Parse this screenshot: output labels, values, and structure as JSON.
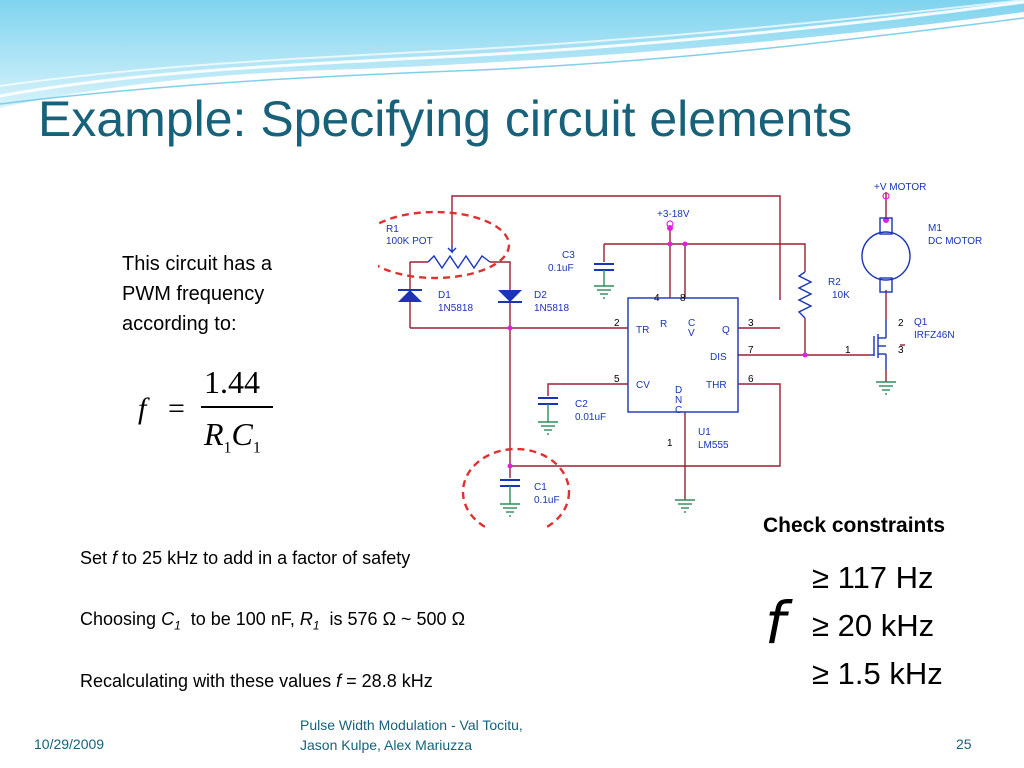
{
  "slide": {
    "title": "Example: Specifying circuit elements",
    "intro_lines": [
      "This circuit has a",
      "PWM frequency",
      "according to:"
    ],
    "formula": {
      "lhs": "f",
      "eq": "=",
      "numerator": "1.44",
      "den_r": "R",
      "den_r_sub": "1",
      "den_c": "C",
      "den_c_sub": "1"
    },
    "body": {
      "line1": {
        "pre": "Set ",
        "var": "f",
        "post": " to 25 kHz to add in a factor of safety"
      },
      "line2": {
        "pre": "Choosing ",
        "var1": "C",
        "var1_sub": "1",
        "mid": "  to be 100 nF, ",
        "var2": "R",
        "var2_sub": "1",
        "post": "  is 576 Ω ~ 500 Ω"
      },
      "line3": {
        "pre": "Recalculating with these values ",
        "var": "f",
        "post": " = 28.8 kHz"
      }
    },
    "constraints": {
      "heading": "Check constraints",
      "symbol": "f",
      "values": [
        "≥ 117 Hz",
        "≥ 20 kHz",
        "≥ 1.5 kHz"
      ]
    },
    "footer": {
      "date": "10/29/2009",
      "center_lines": [
        "Pulse Width Modulation - Val Tocitu,",
        "Jason Kulpe, Alex Mariuzza"
      ],
      "page": "25"
    },
    "colors": {
      "title": "#17617a",
      "wire": "#9a2030",
      "component": "#1a34b8",
      "highlight": "#e03030",
      "ground": "#2e8b57"
    }
  },
  "circuit": {
    "supply_motor": "+V MOTOR",
    "supply_chip": "+3-18V",
    "r1": {
      "ref": "R1",
      "value": "100K POT"
    },
    "r2": {
      "ref": "R2",
      "value": "10K"
    },
    "d1": {
      "ref": "D1",
      "value": "1N5818"
    },
    "d2": {
      "ref": "D2",
      "value": "1N5818"
    },
    "c1": {
      "ref": "C1",
      "value": "0.1uF"
    },
    "c2": {
      "ref": "C2",
      "value": "0.01uF"
    },
    "c3": {
      "ref": "C3",
      "value": "0.1uF"
    },
    "m1": {
      "ref": "M1",
      "value": "DC MOTOR"
    },
    "q1": {
      "ref": "Q1",
      "value": "IRFZ46N"
    },
    "u1": {
      "ref": "U1",
      "value": "LM555"
    },
    "chip_pins": {
      "tr": "TR",
      "r": "R",
      "cv_vert": [
        "C",
        "V"
      ],
      "q": "Q",
      "dis": "DIS",
      "cv": "CV",
      "thr": "THR",
      "dnc_vert": [
        "D",
        "N",
        "C"
      ]
    },
    "pin_numbers": {
      "p4": "4",
      "p8": "8",
      "p2": "2",
      "p3": "3",
      "p7": "7",
      "p5": "5",
      "p6": "6",
      "p1": "1",
      "q_gate": "1",
      "q_drain": "2",
      "q_source": "3"
    }
  }
}
